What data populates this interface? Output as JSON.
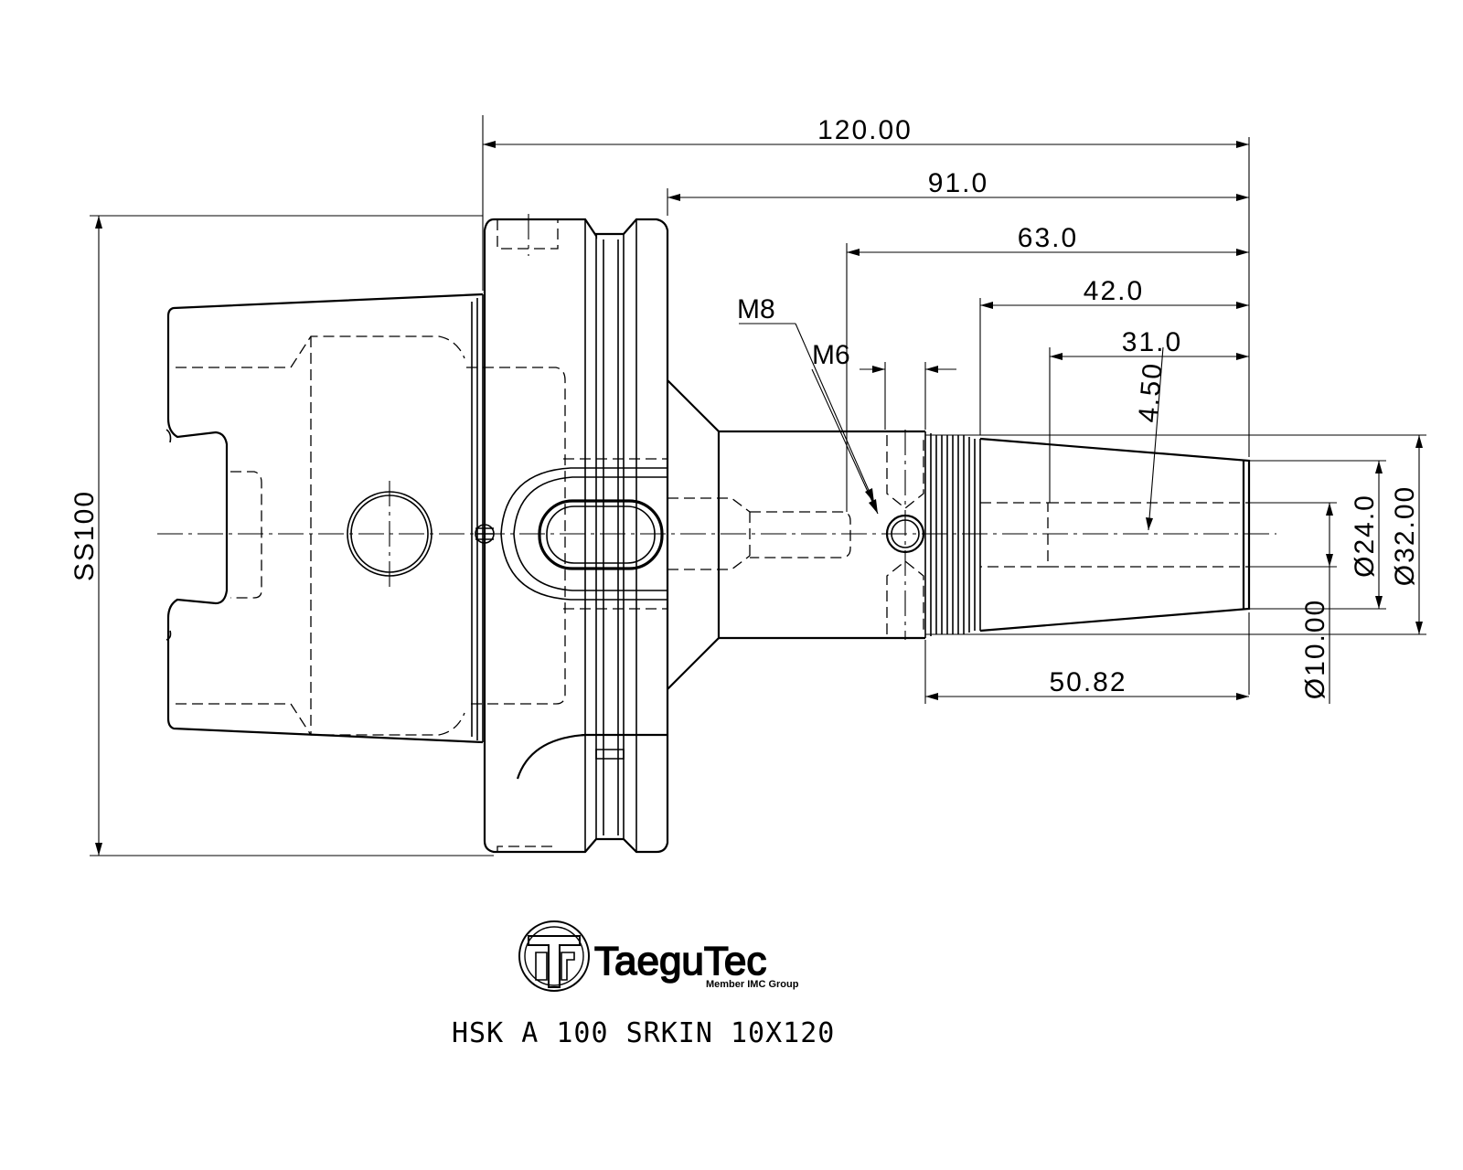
{
  "drawing": {
    "dimensions": {
      "total_length": "120.00",
      "length_91": "91.0",
      "length_63": "63.0",
      "length_42": "42.0",
      "length_31": "31.0",
      "taper_angle": "4.50",
      "thread_length": "50.82",
      "flange": "SS100",
      "dia_10": "Ø10.00",
      "dia_24": "Ø24.0",
      "dia_32": "Ø32.00"
    },
    "callouts": {
      "m8": "M8",
      "m6": "M6"
    },
    "logo": {
      "brand": "TaeguTec",
      "tagline": "Member IMC Group"
    },
    "part_name": "HSK A 100 SRKIN 10X120"
  }
}
